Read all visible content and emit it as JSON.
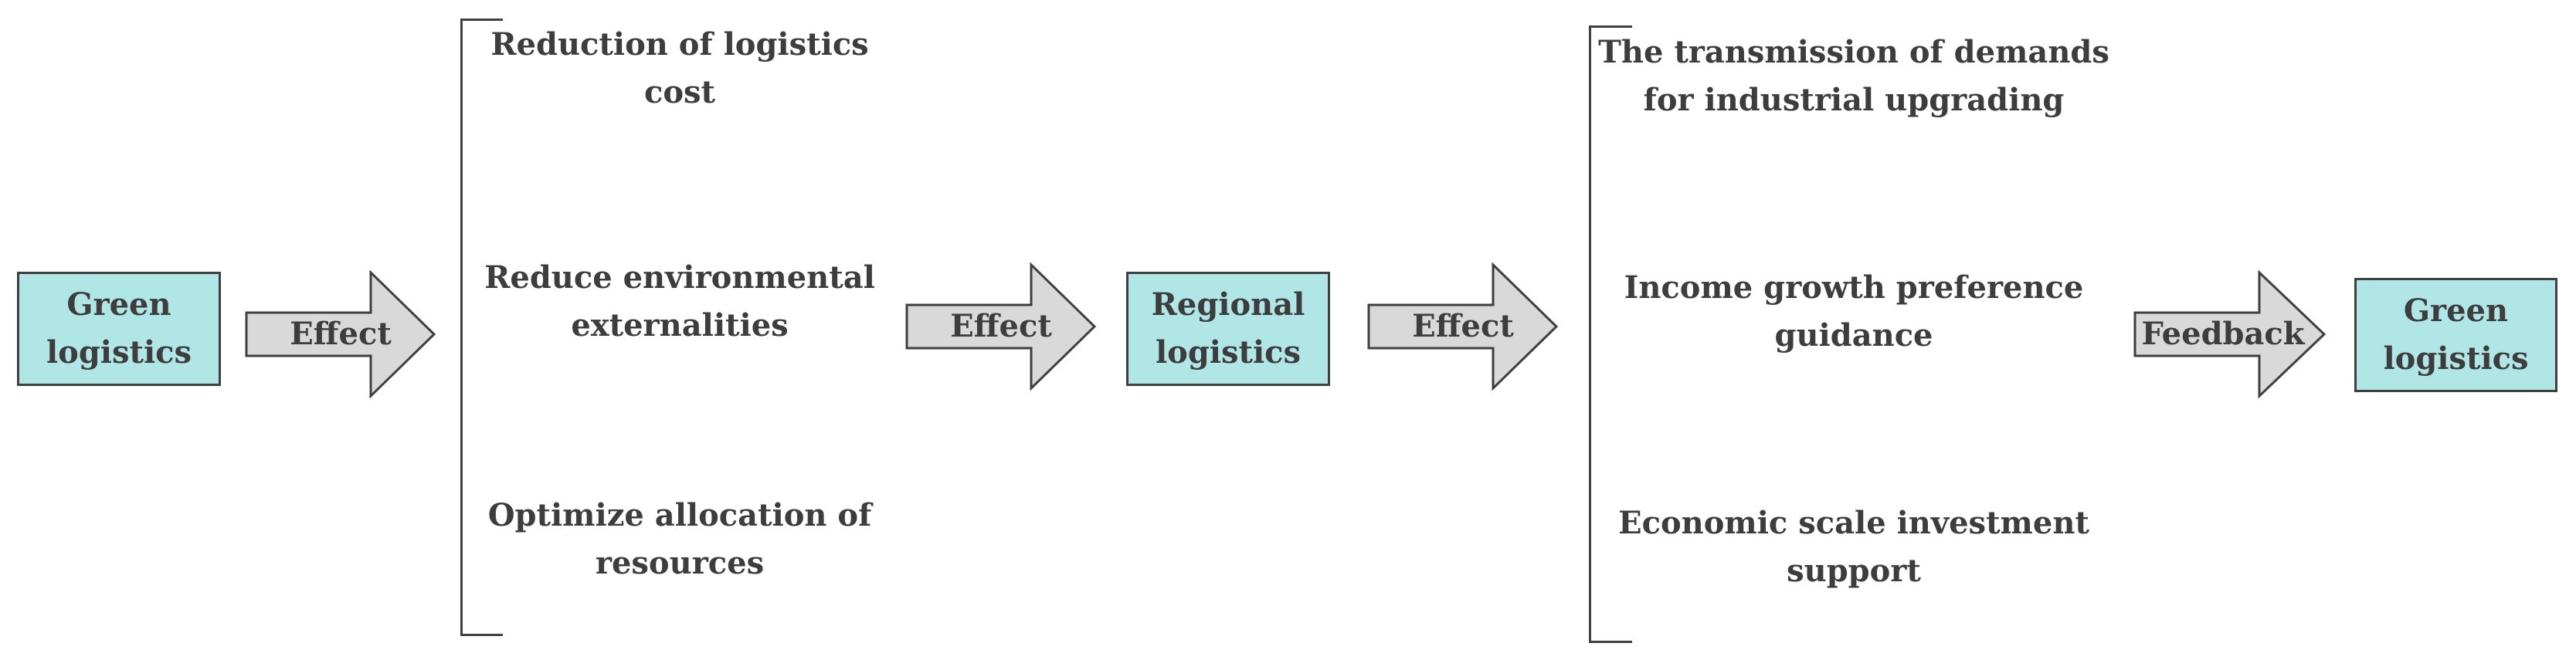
{
  "nodes": {
    "start": "Green\nlogistics",
    "middle": "Regional\nlogistics",
    "end": "Green\nlogistics"
  },
  "arrows": {
    "a1": "Effect",
    "a2": "Effect",
    "a3": "Effect",
    "a4": "Feedback"
  },
  "group1": [
    "Reduction of logistics\ncost",
    "Reduce environmental\nexternalities",
    "Optimize allocation of\nresources"
  ],
  "group2": [
    "The transmission of demands\nfor industrial upgrading",
    "Income growth preference\nguidance",
    "Economic scale investment\nsupport"
  ],
  "colors": {
    "box_fill": "#b1e6e6",
    "arrow_fill": "#d9d9d9",
    "stroke": "#3f3f3f",
    "text": "#3d3d3d"
  }
}
